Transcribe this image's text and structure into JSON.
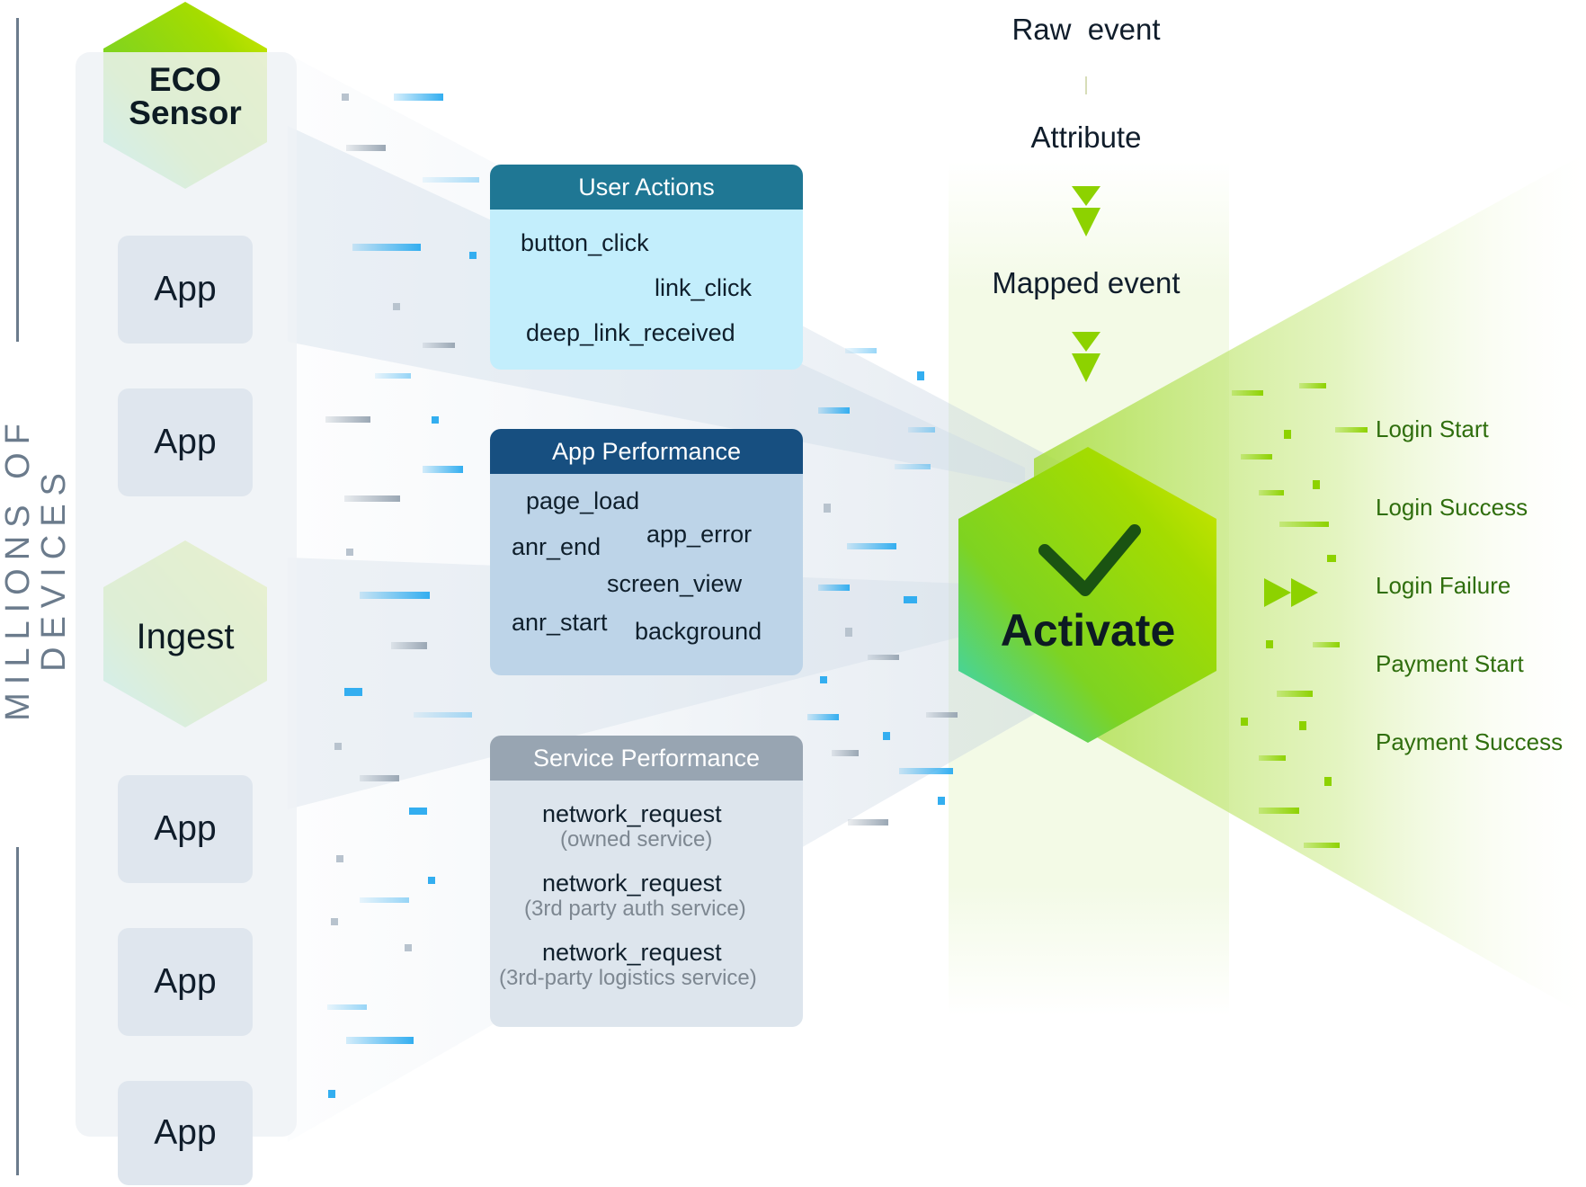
{
  "caption": "MILLIONS OF DEVICES",
  "sources": {
    "eco_sensor": "ECO\nSensor",
    "ingest": "Ingest",
    "apps": [
      "App",
      "App",
      "App",
      "App",
      "App"
    ]
  },
  "categories": {
    "user_actions": {
      "title": "User Actions",
      "events": [
        "button_click",
        "link_click",
        "deep_link_received"
      ]
    },
    "app_performance": {
      "title": "App Performance",
      "events": [
        "page_load",
        "app_error",
        "anr_end",
        "screen_view",
        "anr_start",
        "background"
      ]
    },
    "service_performance": {
      "title": "Service Performance",
      "events": [
        {
          "name": "network_request",
          "detail": "(owned service)"
        },
        {
          "name": "network_request",
          "detail": "(3rd party auth service)"
        },
        {
          "name": "network_request",
          "detail": "(3rd-party logistics service)"
        }
      ]
    }
  },
  "pipeline": {
    "raw_event": "Raw  event",
    "attribute": "Attribute",
    "mapped_event": "Mapped event"
  },
  "activate": "Activate",
  "outputs": [
    "Login Start",
    "Login Success",
    "Login Failure",
    "Payment Start",
    "Payment Success"
  ],
  "colors": {
    "user_actions_header": "#1f7794",
    "user_actions_body": "#c3eefc",
    "app_performance_header": "#174f80",
    "app_performance_body": "#bdd4e8",
    "service_performance_header": "#98a5b2",
    "service_performance_body": "#dde5ed",
    "accent_green": "#8dd200",
    "output_text": "#2f6e0d"
  }
}
